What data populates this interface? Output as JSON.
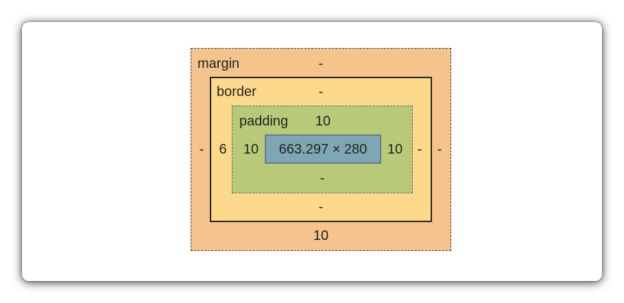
{
  "box_model": {
    "margin": {
      "label": "margin",
      "top": "-",
      "right": "-",
      "bottom": "10",
      "left": "-"
    },
    "border": {
      "label": "border",
      "top": "-",
      "right": "-",
      "bottom": "-",
      "left": "6"
    },
    "padding": {
      "label": "padding",
      "top": "10",
      "right": "10",
      "bottom": "-",
      "left": "10"
    },
    "content": {
      "size": "663.297 × 280"
    }
  },
  "colors": {
    "margin": "#f5c48c",
    "border": "#fcd98b",
    "padding": "#b8c97a",
    "content": "#7fa6b3"
  }
}
